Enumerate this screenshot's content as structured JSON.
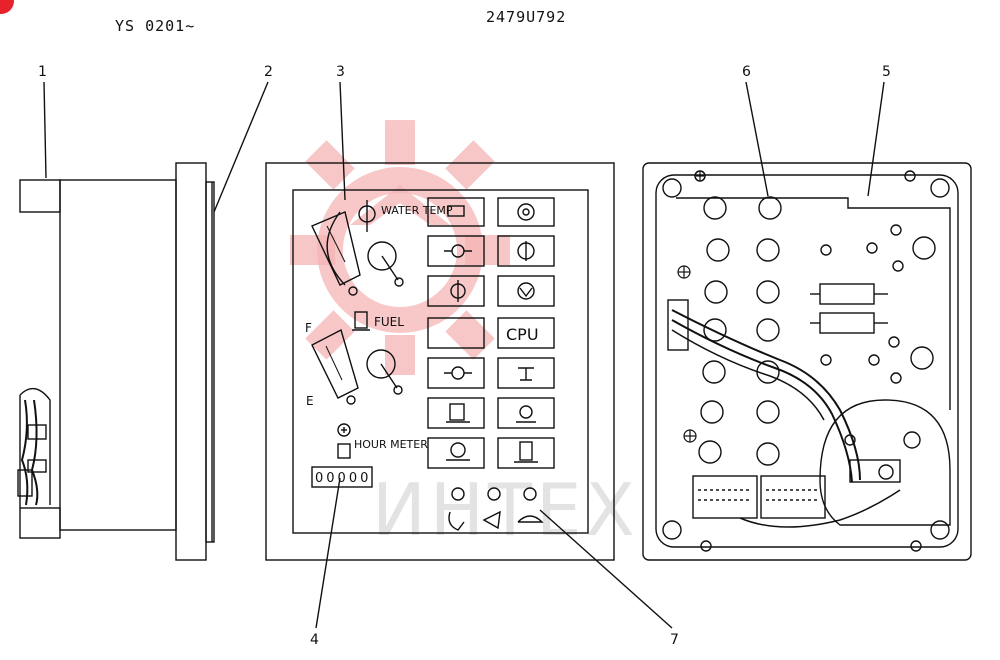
{
  "header": {
    "serial_range": "YS 0201~",
    "drawing_number": "2479U792"
  },
  "callouts": [
    "1",
    "2",
    "3",
    "4",
    "5",
    "6",
    "7"
  ],
  "panel": {
    "water_temp_label": "WATER TEMP",
    "fuel_label": "FUEL",
    "fuel_full": "F",
    "fuel_empty": "E",
    "hour_meter_label": "HOUR METER",
    "hour_meter_value": "00000",
    "cpu_label": "CPU"
  },
  "watermark": {
    "text": "ИНТЕХ",
    "logo_color": "#f5b5b5"
  },
  "colors": {
    "line": "#111111",
    "accent_dot": "#e8222a"
  }
}
